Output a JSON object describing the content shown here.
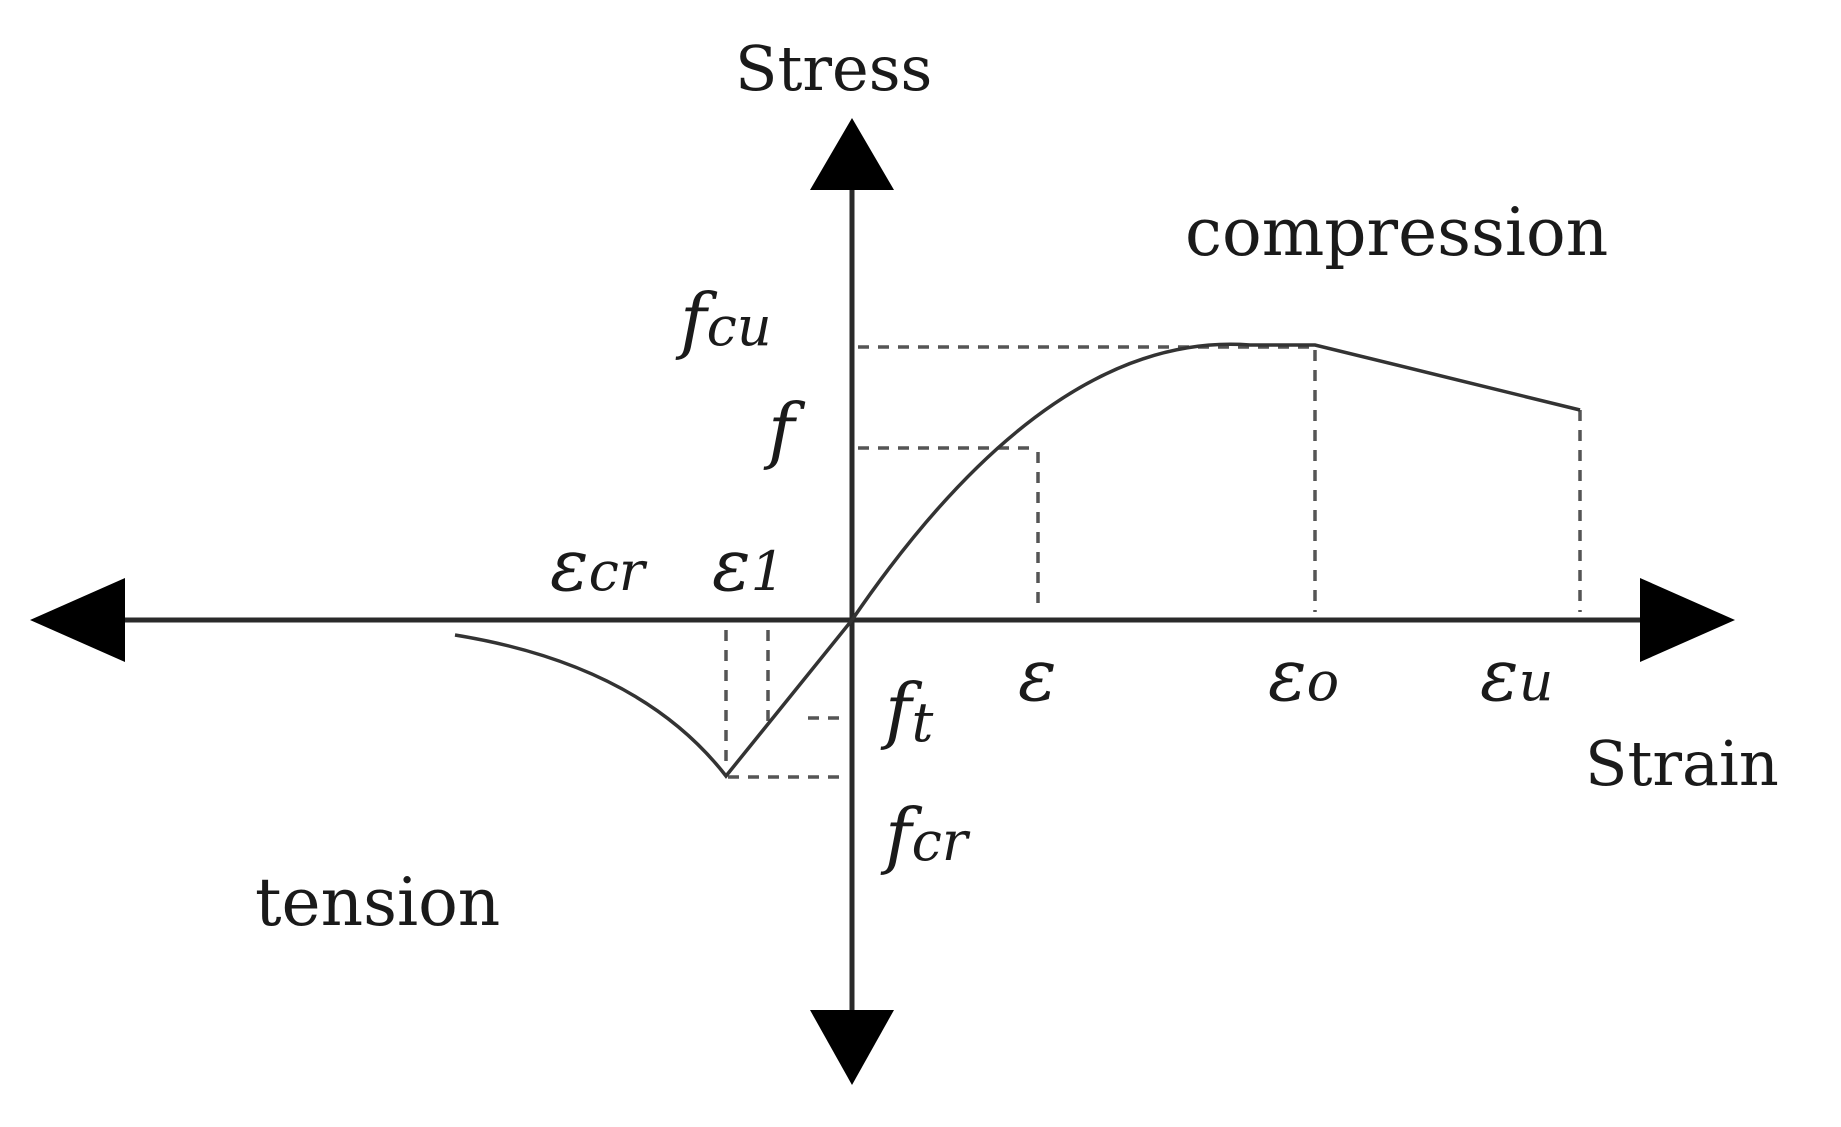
{
  "axes": {
    "y_title": "Stress",
    "x_title": "Strain"
  },
  "regions": {
    "compression": "compression",
    "tension": "tension"
  },
  "stress_symbols": [
    {
      "id": "fcu",
      "base": "f",
      "sub": "cu"
    },
    {
      "id": "f",
      "base": "f",
      "sub": ""
    },
    {
      "id": "ft",
      "base": "f",
      "sub": "t"
    },
    {
      "id": "fcr",
      "base": "f",
      "sub": "cr"
    }
  ],
  "strain_symbols": [
    {
      "id": "ecr",
      "base": "ε",
      "sub": "cr"
    },
    {
      "id": "e1",
      "base": "ε",
      "sub": "1"
    },
    {
      "id": "e",
      "base": "ε",
      "sub": ""
    },
    {
      "id": "eo",
      "base": "ε",
      "sub": "o"
    },
    {
      "id": "eu",
      "base": "ε",
      "sub": "u"
    }
  ],
  "colors": {
    "axis": "#2a2a2a",
    "curve": "#333333",
    "guide": "#555555"
  }
}
